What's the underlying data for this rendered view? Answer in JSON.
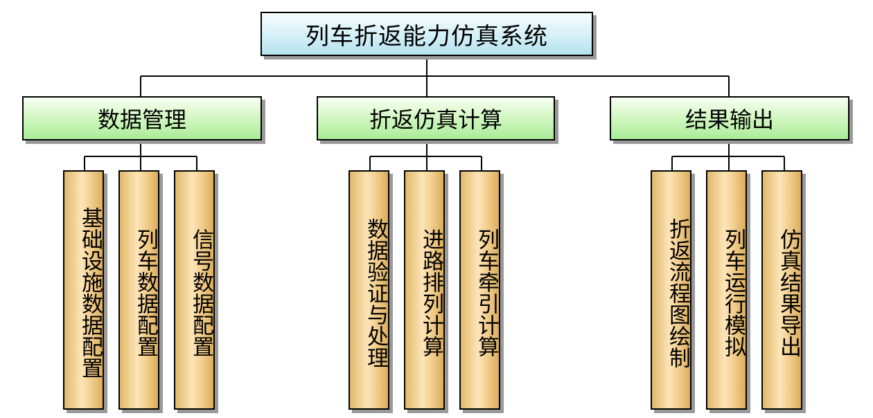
{
  "root": {
    "label": "列车折返能力仿真系统"
  },
  "modules": [
    {
      "label": "数据管理",
      "children": [
        "基础设施数据配置",
        "列车数据配置",
        "信号数据配置"
      ]
    },
    {
      "label": "折返仿真计算",
      "children": [
        "数据验证与处理",
        "进路排列计算",
        "列车牵引计算"
      ]
    },
    {
      "label": "结果输出",
      "children": [
        "折返流程图绘制",
        "列车运行模拟",
        "仿真结果导出"
      ]
    }
  ],
  "colors": {
    "root_fill": "#d8f1f8",
    "module_fill": "#d2f7c1",
    "leaf_fill": "#fde5b8",
    "border": "#000000",
    "shadow": "#9a9a9a"
  }
}
